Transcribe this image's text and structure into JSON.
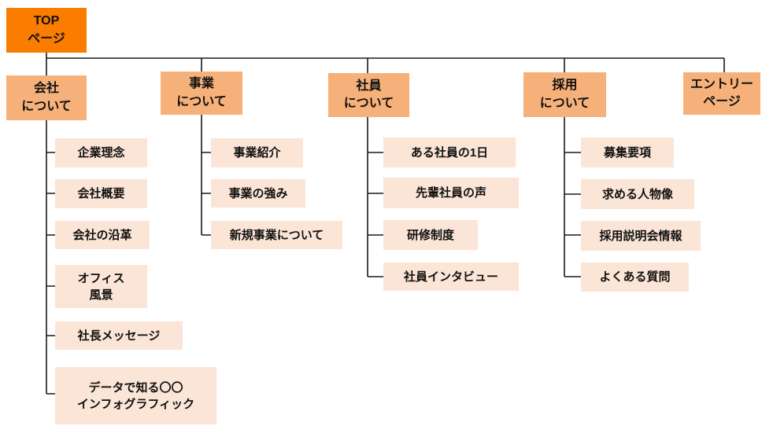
{
  "colors": {
    "root_box": "#FA7D00",
    "section_box": "#F6B17A",
    "page_box": "#FBE5D6",
    "connector_line": "#1a1a1a",
    "text": "#111111"
  },
  "sitemap": {
    "root": {
      "label": "TOP\nページ"
    },
    "sections": [
      {
        "label": "会社\nについて",
        "children": [
          "企業理念",
          "会社概要",
          "会社の沿革",
          "オフィス\n風景",
          "社長メッセージ",
          "データで知る〇〇\nインフォグラフィック"
        ]
      },
      {
        "label": "事業\nについて",
        "children": [
          "事業紹介",
          "事業の強み",
          "新規事業について"
        ]
      },
      {
        "label": "社員\nについて",
        "children": [
          "ある社員の1日",
          "先輩社員の声",
          "研修制度",
          "社員インタビュー"
        ]
      },
      {
        "label": "採用\nについて",
        "children": [
          "募集要項",
          "求める人物像",
          "採用説明会情報",
          "よくある質問"
        ]
      },
      {
        "label": "エントリー\nページ",
        "children": []
      }
    ]
  }
}
